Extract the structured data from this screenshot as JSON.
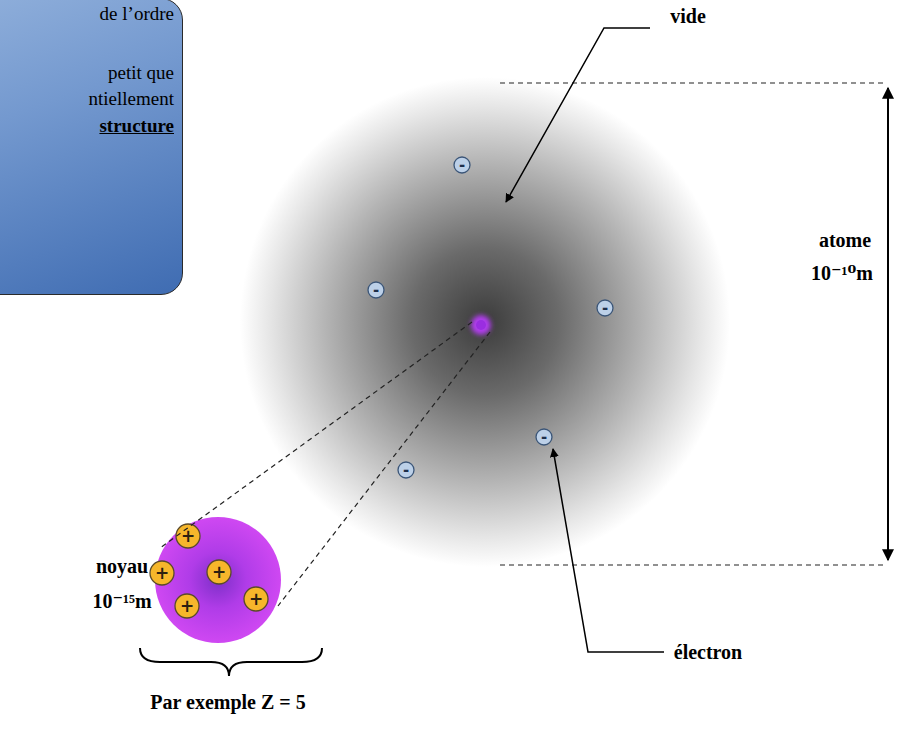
{
  "diagram": {
    "nodes": [
      {
        "text": [
          "de l’ordre",
          "petit que",
          "ntiellement",
          "structure"
        ]
      },
      {
        "text": [
          "atome",
          "10⁻¹⁰m"
        ]
      },
      {
        "text": [
          "-"
        ],
        "in": 1
      },
      {
        "text": [
          "-"
        ],
        "in": 1
      },
      {
        "text": [
          "-"
        ],
        "in": 1
      },
      {
        "text": [
          "-"
        ],
        "in": 1
      },
      {
        "text": [
          "-"
        ],
        "in": 1
      },
      {
        "text": [
          "noyau",
          "10⁻¹⁵m"
        ]
      },
      {
        "text": [
          "+"
        ],
        "in": 7
      },
      {
        "text": [
          "+"
        ],
        "in": 7
      },
      {
        "text": [
          "+"
        ],
        "in": 7
      },
      {
        "text": [
          "+"
        ],
        "in": 7
      },
      {
        "text": [
          "+"
        ],
        "in": 7
      }
    ],
    "labels": [
      "vide",
      "électron",
      "Par exemple Z = 5"
    ]
  }
}
